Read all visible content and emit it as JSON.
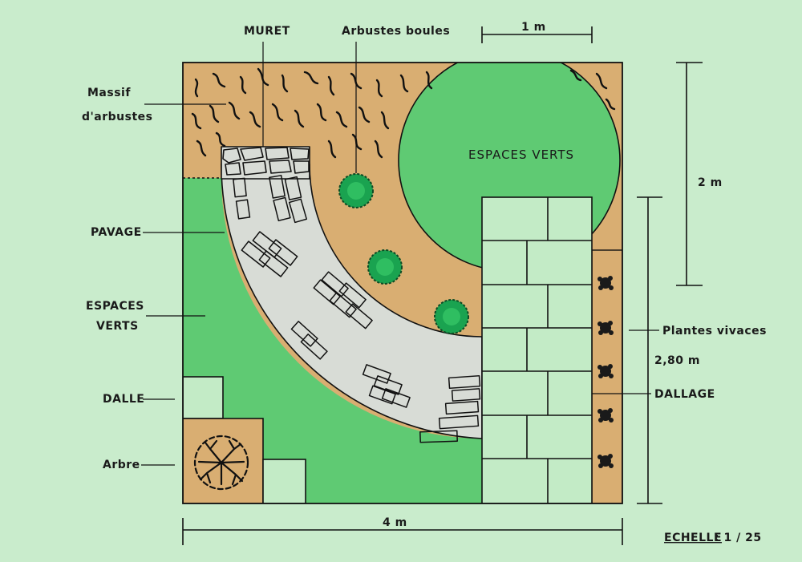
{
  "labels": {
    "muret": "MURET",
    "arbustes_boules": "Arbustes boules",
    "massif_line1": "Massif",
    "massif_line2": "d'arbustes",
    "pavage": "PAVAGE",
    "espaces_verts_left_line1": "ESPACES",
    "espaces_verts_left_line2": "VERTS",
    "dalle": "DALLE",
    "arbre": "Arbre",
    "espaces_verts_circle": "ESPACES  VERTS",
    "plantes_vivaces": "Plantes vivaces",
    "dallage": "DALLAGE",
    "dim_1m": "1 m",
    "dim_2m": "2 m",
    "dim_280m": "2,80 m",
    "dim_4m": "4 m",
    "echelle_word": "ECHELLE",
    "echelle_value": ": 1 / 25"
  },
  "colors": {
    "background": "#c9eccc",
    "lawn": "#5fca73",
    "mulch": "#d9ae72",
    "paving": "#d8dcd6",
    "slab": "#c3ebc6",
    "ink": "#111111"
  }
}
